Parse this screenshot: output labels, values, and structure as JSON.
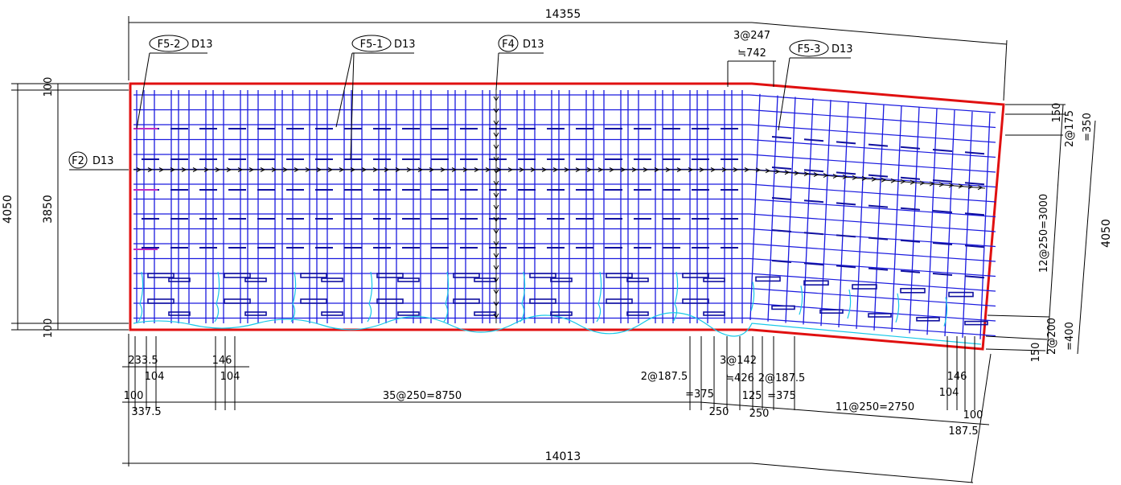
{
  "dimensions": {
    "overall_top": "14355",
    "overall_bottom": "14013",
    "left_outer_height": "4050",
    "left_inner_height": "3850",
    "left_top_offset": "100",
    "left_bottom_offset": "100",
    "right_height": "4050",
    "right_top_150": "150",
    "right_top_pitch": "2@175",
    "right_top_pitch_total": "=350",
    "right_main_pitch": "12@250=3000",
    "right_bottom_150": "150",
    "right_bottom_pitch": "2@200",
    "right_bottom_pitch_total": "=400",
    "top_kink_pitch": "3@247",
    "top_kink_total": "≒742",
    "b_233": "233.5",
    "b_104a": "104",
    "b_146a": "146",
    "b_104b": "104",
    "b_100": "100",
    "b_3375": "337.5",
    "b_main": "35@250=8750",
    "b_2at1875": "2@187.5",
    "b_375a": "=375",
    "b_250a": "250",
    "b_3at142": "3@142",
    "b_426": "≒426",
    "b_125": "125",
    "b_2at1875b": "2@187.5",
    "b_375b": "=375",
    "b_250b": "250",
    "b_11at250": "11@250=2750",
    "b_146b": "146",
    "b_104c": "104",
    "b_100b": "100",
    "b_1875": "187.5"
  },
  "bar_labels": [
    {
      "mark": "F5-2",
      "size": "D13"
    },
    {
      "mark": "F5-1",
      "size": "D13"
    },
    {
      "mark": "F4",
      "size": "D13"
    },
    {
      "mark": "F5-3",
      "size": "D13"
    },
    {
      "mark": "F2",
      "size": "D13"
    }
  ],
  "colors": {
    "outline": "#e01010",
    "rebar": "#1a1adf",
    "rebar_light": "#17c8e8",
    "magenta": "#c02ac0",
    "dimension": "#000000"
  }
}
